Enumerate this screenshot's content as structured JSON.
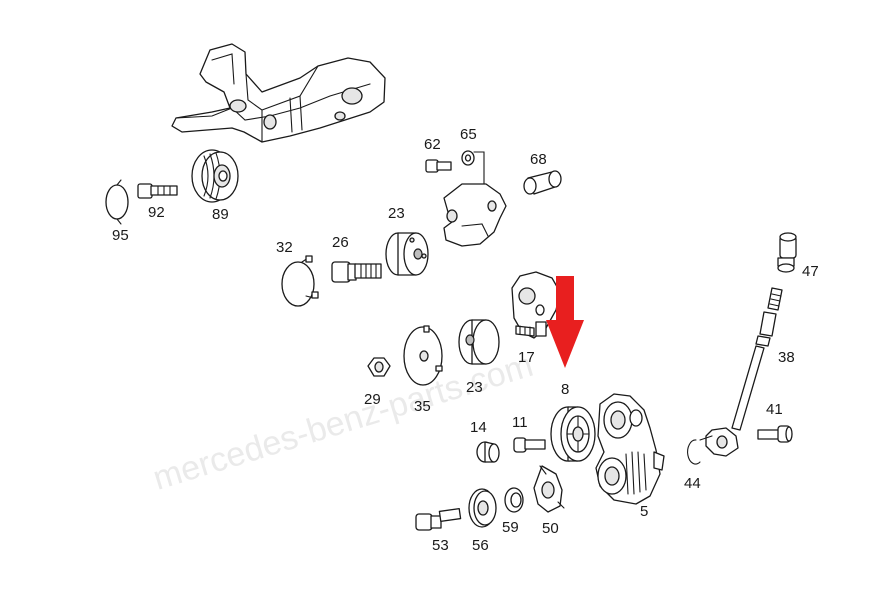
{
  "title": "Belt tensioner exploded parts diagram",
  "watermark": "mercedes-benz-parts.com",
  "colors": {
    "line": "#1a1a1a",
    "fill": "#ffffff",
    "arrow": "#e81f1f",
    "watermark": "#d9d9d9"
  },
  "labels": {
    "p5": "5",
    "p8": "8",
    "p11": "11",
    "p14": "14",
    "p17": "17",
    "p23a": "23",
    "p23b": "23",
    "p26": "26",
    "p29": "29",
    "p32": "32",
    "p35": "35",
    "p38": "38",
    "p41": "41",
    "p44": "44",
    "p47": "47",
    "p50": "50",
    "p53": "53",
    "p56": "56",
    "p59": "59",
    "p62": "62",
    "p65": "65",
    "p68": "68",
    "p89": "89",
    "p92": "92",
    "p95": "95"
  },
  "highlight": {
    "part": "8",
    "icon": "red-down-arrow-icon"
  }
}
